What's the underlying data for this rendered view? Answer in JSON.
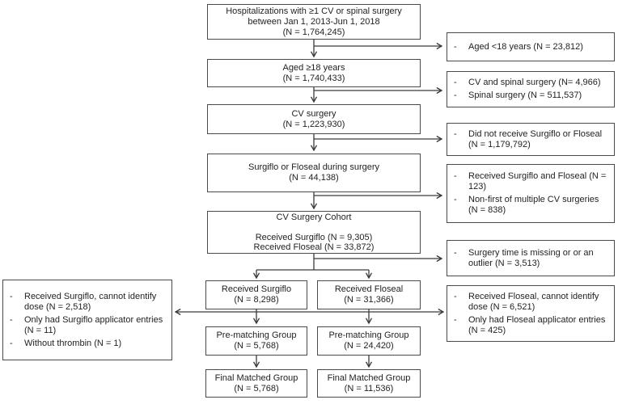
{
  "dash": "-",
  "colors": {
    "box_border": "#4a4a4a",
    "arrow": "#3a3a3a",
    "text": "#1f1f1f",
    "background": "#ffffff"
  },
  "boxes": {
    "hospitalizations": {
      "lines": [
        "Hospitalizations with ≥1 CV or spinal surgery",
        "between Jan 1, 2013-Jun 1, 2018",
        "(N = 1,764,245)"
      ]
    },
    "aged18": {
      "lines": [
        "Aged ≥18 years",
        "(N = 1,740,433)"
      ]
    },
    "cv_surgery": {
      "lines": [
        "CV surgery",
        "(N = 1,223,930)"
      ]
    },
    "surgiflo_floseal": {
      "lines": [
        "Surgiflo or Floseal during surgery",
        "(N = 44,138)"
      ]
    },
    "cv_cohort": {
      "lines": [
        "CV Surgery Cohort",
        "",
        "Received Surgiflo (N = 9,305)",
        "Received Floseal (N = 33,872)"
      ]
    },
    "received_surgiflo": {
      "lines": [
        "Received Surgiflo",
        "(N = 8,298)"
      ]
    },
    "received_floseal": {
      "lines": [
        "Received Floseal",
        "(N = 31,366)"
      ]
    },
    "prematch_surgiflo": {
      "lines": [
        "Pre-matching Group",
        "(N = 5,768)"
      ]
    },
    "prematch_floseal": {
      "lines": [
        "Pre-matching Group",
        "(N = 24,420)"
      ]
    },
    "final_surgiflo": {
      "lines": [
        "Final Matched Group",
        "(N = 5,768)"
      ]
    },
    "final_floseal": {
      "lines": [
        "Final Matched Group",
        "(N = 11,536)"
      ]
    }
  },
  "exclusions": {
    "right1": {
      "items": [
        "Aged <18 years (N = 23,812)"
      ]
    },
    "right2": {
      "items": [
        "CV and spinal surgery (N= 4,966)",
        "Spinal surgery (N = 511,537)"
      ]
    },
    "right3": {
      "items": [
        "Did not receive Surgiflo or Floseal (N = 1,179,792)"
      ]
    },
    "right4": {
      "items": [
        "Received Surgiflo and Floseal (N = 123)",
        "Non-first of multiple CV surgeries (N = 838)"
      ]
    },
    "right5": {
      "items": [
        "Surgery time is missing or or an outlier (N = 3,513)"
      ]
    },
    "right6": {
      "items": [
        "Received Floseal, cannot identify dose (N = 6,521)",
        "Only had Floseal applicator entries (N = 425)"
      ]
    },
    "left1": {
      "items": [
        "Received Surgiflo, cannot identify dose (N = 2,518)",
        "Only had Surgiflo applicator entries (N = 11)",
        "Without thrombin (N = 1)"
      ]
    }
  }
}
